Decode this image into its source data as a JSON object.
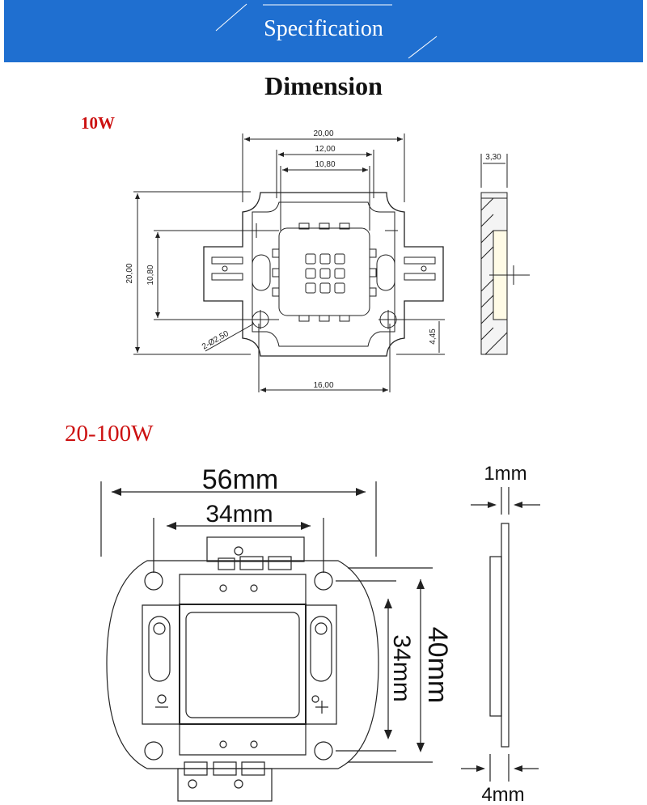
{
  "banner": {
    "title": "Specification"
  },
  "heading": "Dimension",
  "led_10w": {
    "label": "10W",
    "dims": {
      "overall_width": "20,00",
      "pad_width": "12,00",
      "chip_width": "10,80",
      "overall_height": "20,00",
      "chip_height": "10,80",
      "hole_spacing": "16,00",
      "hole_diameter": "2-Ø2,50",
      "hole_offset": "4,45",
      "thickness": "3,30"
    }
  },
  "led_20_100w": {
    "label": "20-100W",
    "dims": {
      "overall_width": "56mm",
      "hole_spacing_x": "34mm",
      "overall_height": "40mm",
      "hole_spacing_y": "34mm",
      "board_thickness": "1mm",
      "total_thickness": "4mm"
    }
  },
  "colors": {
    "banner": "#1f6fd0",
    "label_red": "#cc1111",
    "line": "#222222"
  }
}
